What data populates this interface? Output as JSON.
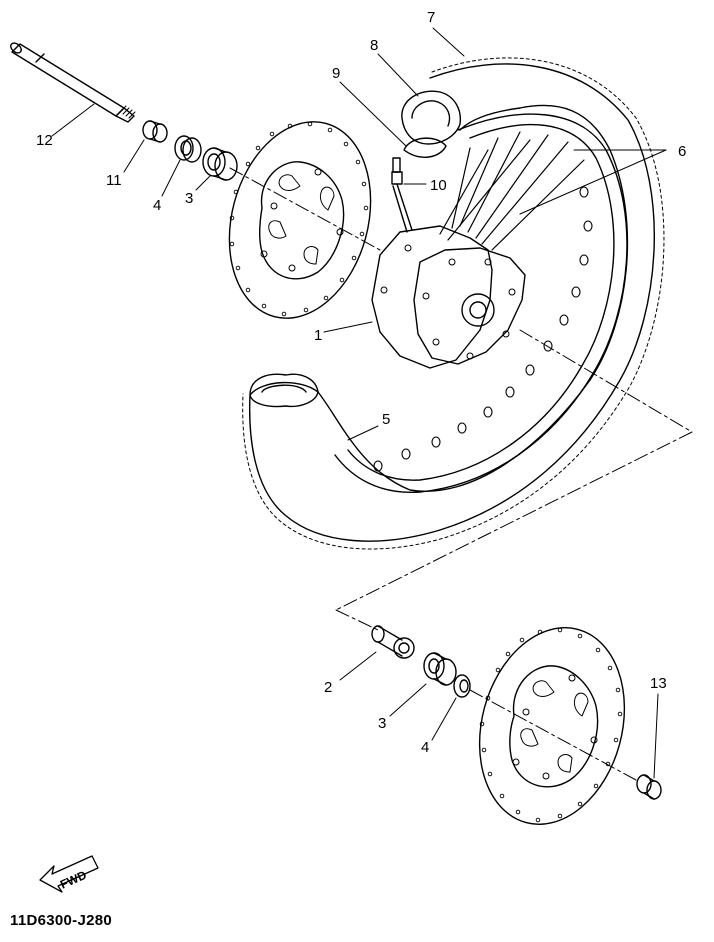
{
  "diagram_code": "11D6300-J280",
  "fwd_label": "FWD",
  "callouts": {
    "c1": "1",
    "c2": "2",
    "c3a": "3",
    "c3b": "3",
    "c4a": "4",
    "c4b": "4",
    "c5": "5",
    "c6": "6",
    "c7": "7",
    "c8": "8",
    "c9": "9",
    "c10": "10",
    "c11": "11",
    "c12": "12",
    "c13": "13"
  },
  "icons": {
    "fwd": "fwd-arrow-icon"
  }
}
